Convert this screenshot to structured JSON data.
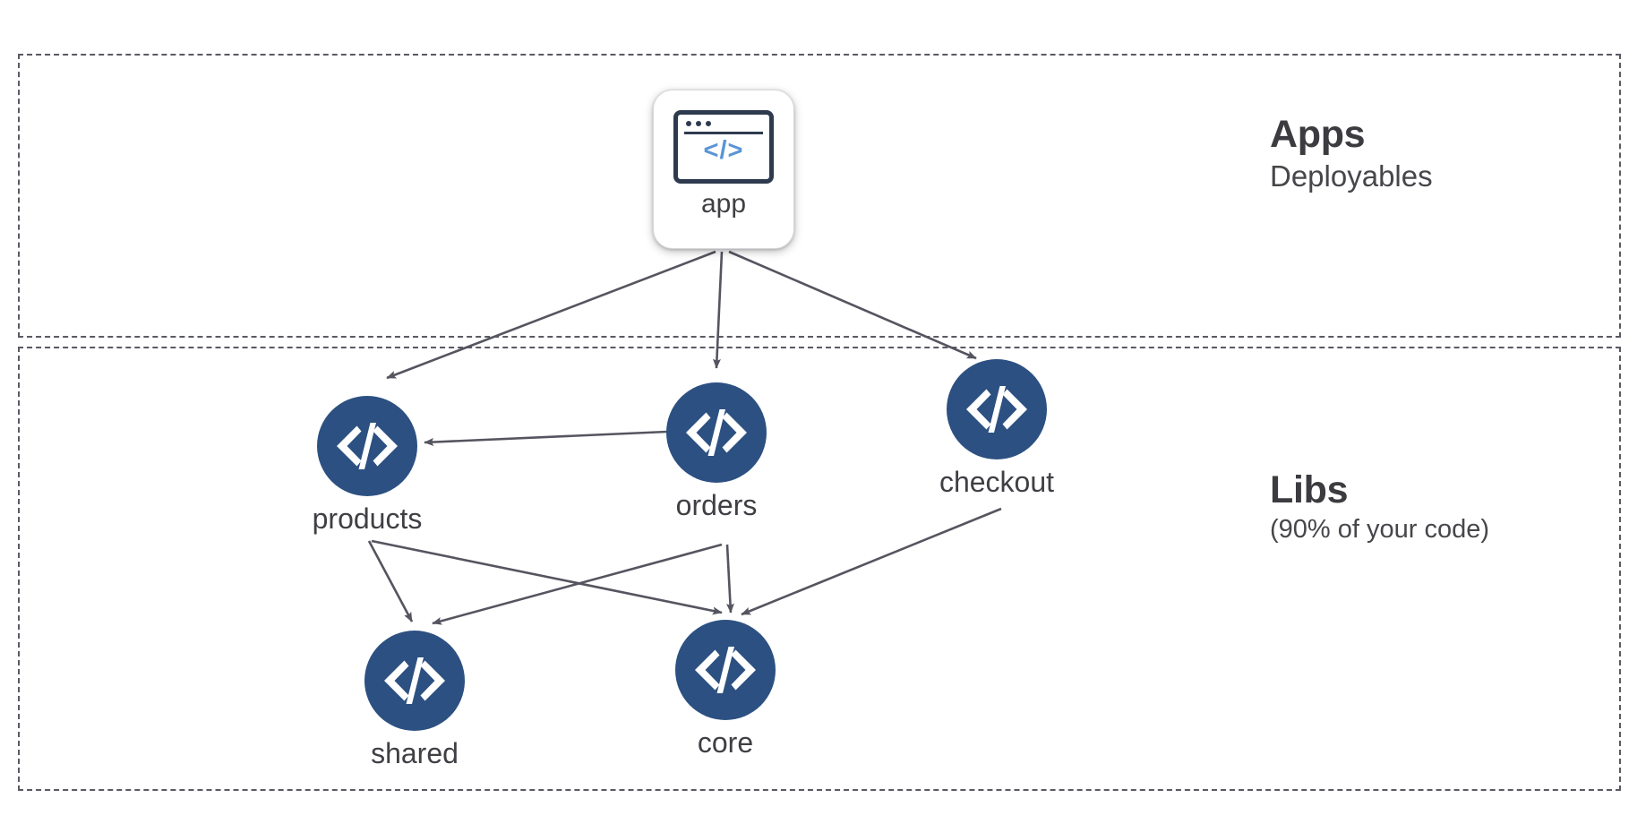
{
  "diagram": {
    "type": "dependency-graph",
    "zones": [
      {
        "id": "apps",
        "title": "Apps",
        "subtitle": "Deployables"
      },
      {
        "id": "libs",
        "title": "Libs",
        "subtitle": "(90% of your code)"
      }
    ],
    "nodes": [
      {
        "id": "app",
        "label": "app",
        "zone": "apps",
        "shape": "rounded-card",
        "icon": "browser-code-icon"
      },
      {
        "id": "products",
        "label": "products",
        "zone": "libs",
        "shape": "circle",
        "icon": "code-brackets-icon"
      },
      {
        "id": "orders",
        "label": "orders",
        "zone": "libs",
        "shape": "circle",
        "icon": "code-brackets-icon"
      },
      {
        "id": "checkout",
        "label": "checkout",
        "zone": "libs",
        "shape": "circle",
        "icon": "code-brackets-icon"
      },
      {
        "id": "shared",
        "label": "shared",
        "zone": "libs",
        "shape": "circle",
        "icon": "code-brackets-icon"
      },
      {
        "id": "core",
        "label": "core",
        "zone": "libs",
        "shape": "circle",
        "icon": "code-brackets-icon"
      }
    ],
    "edges": [
      {
        "from": "app",
        "to": "products"
      },
      {
        "from": "app",
        "to": "orders"
      },
      {
        "from": "app",
        "to": "checkout"
      },
      {
        "from": "orders",
        "to": "products"
      },
      {
        "from": "products",
        "to": "shared"
      },
      {
        "from": "products",
        "to": "core"
      },
      {
        "from": "orders",
        "to": "shared"
      },
      {
        "from": "orders",
        "to": "core"
      },
      {
        "from": "checkout",
        "to": "core"
      }
    ],
    "colors": {
      "node_fill": "#2c5081",
      "node_icon": "#ffffff",
      "app_icon_accent": "#5b95d6",
      "app_icon_outline": "#2e3a4e",
      "edge": "#555560",
      "zone_border": "#5a5a63",
      "text": "#3f3f44",
      "background": "#ffffff"
    }
  }
}
